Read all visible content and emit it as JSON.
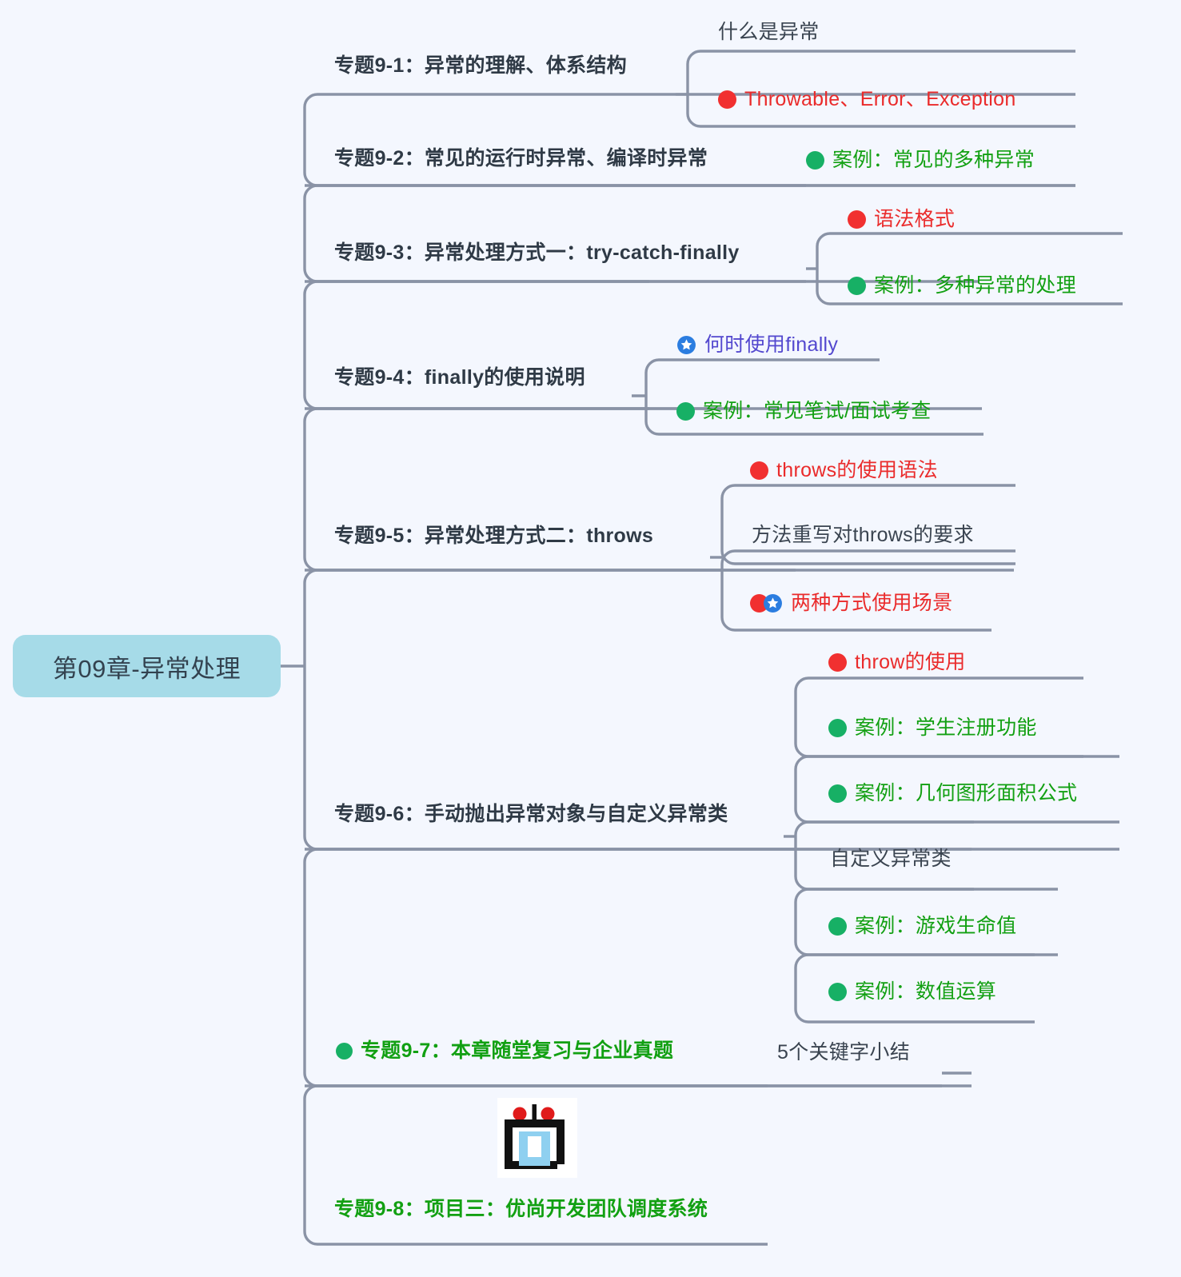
{
  "canvas": {
    "background": "#f4f7fe",
    "wire_color": "#8a93a6",
    "title": "第09章-异常处理"
  },
  "colors": {
    "root_fill": "#a6dbe8",
    "root_text": "#33424f",
    "topic_text": "#2f3a46",
    "red": "#ea2b2b",
    "green": "#12a012",
    "purple": "#5348cf",
    "dot_red": "#f13030",
    "dot_green": "#17b065",
    "star_blue": "#2b7de0",
    "plain_text": "#3a4450"
  },
  "root": {
    "label": "第09章-异常处理"
  },
  "branches": [
    {
      "id": "9-1",
      "label": "专题9-1：异常的理解、体系结构",
      "style": "bold-dark",
      "children": [
        {
          "label": "什么是异常",
          "style": "plain",
          "icons": []
        },
        {
          "label": "Throwable、Error、Exception",
          "style": "red",
          "icons": [
            "red-dot-icon"
          ]
        }
      ]
    },
    {
      "id": "9-2",
      "label": "专题9-2：常见的运行时异常、编译时异常",
      "style": "bold-dark",
      "children": [
        {
          "label": "案例：常见的多种异常",
          "style": "green",
          "icons": [
            "green-dot-icon"
          ]
        }
      ]
    },
    {
      "id": "9-3",
      "label": "专题9-3：异常处理方式一：try-catch-finally",
      "style": "bold-dark",
      "children": [
        {
          "label": "语法格式",
          "style": "red",
          "icons": [
            "red-dot-icon"
          ]
        },
        {
          "label": "案例：多种异常的处理",
          "style": "green",
          "icons": [
            "green-dot-icon"
          ]
        }
      ]
    },
    {
      "id": "9-4",
      "label": "专题9-4：finally的使用说明",
      "style": "bold-dark",
      "children": [
        {
          "label": "何时使用finally",
          "style": "purple",
          "icons": [
            "blue-star-icon"
          ]
        },
        {
          "label": "案例：常见笔试/面试考查",
          "style": "green",
          "icons": [
            "green-dot-icon"
          ]
        }
      ]
    },
    {
      "id": "9-5",
      "label": "专题9-5：异常处理方式二：throws",
      "style": "bold-dark",
      "children": [
        {
          "label": "throws的使用语法",
          "style": "red",
          "icons": [
            "red-dot-icon"
          ]
        },
        {
          "label": "方法重写对throws的要求",
          "style": "plain",
          "icons": []
        },
        {
          "label": "两种方式使用场景",
          "style": "red",
          "icons": [
            "red-dot-icon",
            "blue-star-icon"
          ]
        }
      ]
    },
    {
      "id": "9-6",
      "label": "专题9-6：手动抛出异常对象与自定义异常类",
      "style": "bold-dark",
      "children": [
        {
          "label": "throw的使用",
          "style": "red",
          "icons": [
            "red-dot-icon"
          ]
        },
        {
          "label": "案例：学生注册功能",
          "style": "green",
          "icons": [
            "green-dot-icon"
          ]
        },
        {
          "label": "案例：几何图形面积公式",
          "style": "green",
          "icons": [
            "green-dot-icon"
          ]
        },
        {
          "label": "自定义异常类",
          "style": "plain",
          "icons": []
        },
        {
          "label": "案例：游戏生命值",
          "style": "green",
          "icons": [
            "green-dot-icon"
          ]
        },
        {
          "label": "案例：数值运算",
          "style": "green",
          "icons": [
            "green-dot-icon"
          ]
        }
      ]
    },
    {
      "id": "9-7",
      "label": "专题9-7：本章随堂复习与企业真题",
      "style": "bold-green",
      "icons": [
        "green-dot-icon"
      ],
      "children": [
        {
          "label": "5个关键字小结",
          "style": "plain",
          "icons": []
        }
      ]
    },
    {
      "id": "9-8",
      "label": "专题9-8：项目三：优尚开发团队调度系统",
      "style": "bold-green",
      "image": "shang-logo-icon",
      "children": []
    }
  ]
}
